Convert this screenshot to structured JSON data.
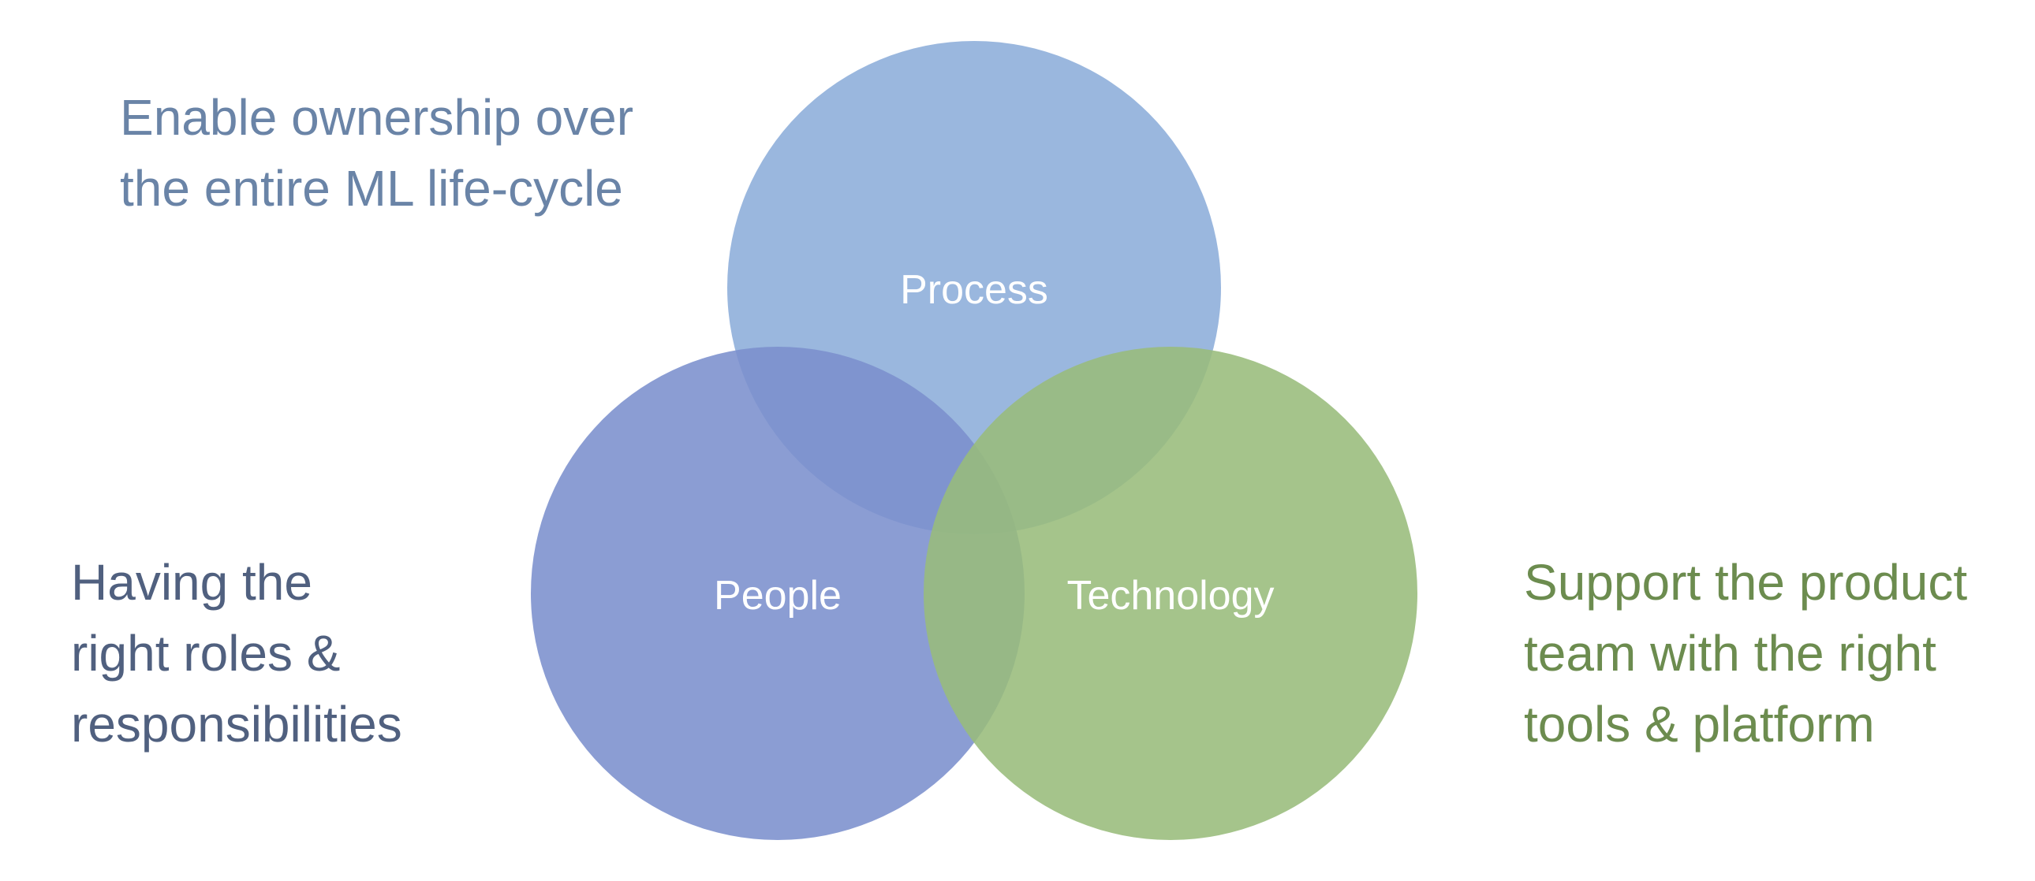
{
  "diagram": {
    "type": "venn",
    "circles": [
      {
        "id": "process",
        "label": "Process",
        "color": "#8cadd9"
      },
      {
        "id": "people",
        "label": "People",
        "color": "#7b90cd"
      },
      {
        "id": "technology",
        "label": "Technology",
        "color": "#98bc7b"
      }
    ]
  },
  "descriptions": {
    "process": [
      "Enable ownership over",
      "the entire ML life-cycle"
    ],
    "people": [
      "Having the",
      "right roles &",
      "responsibilities"
    ],
    "technology": [
      "Support the product",
      "team with the right",
      "tools & platform"
    ]
  },
  "colors": {
    "process_text": "#6a84a7",
    "people_text": "#50607f",
    "technology_text": "#6c8c4f"
  }
}
